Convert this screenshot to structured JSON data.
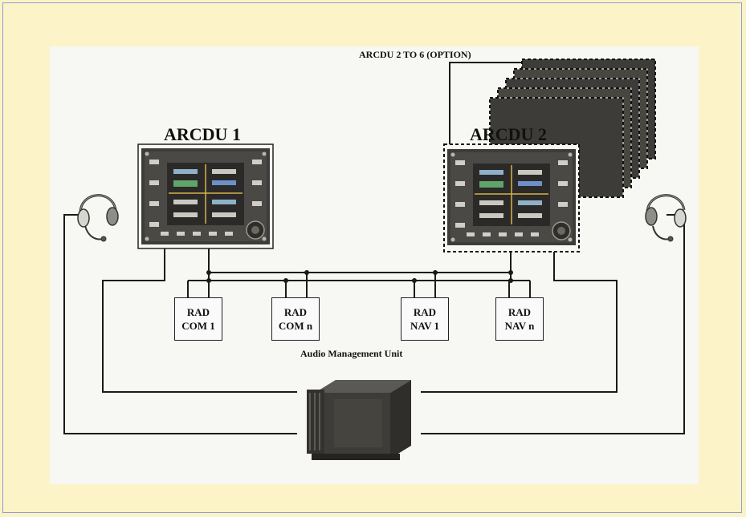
{
  "diagram": {
    "arcdu_options_label": "ARCDU 2 TO 6 (OPTION)",
    "arcdu1": {
      "label": "ARCDU 1"
    },
    "arcdu2": {
      "label": "ARCDU 2"
    },
    "radios": [
      {
        "line1": "RAD",
        "line2": "COM 1"
      },
      {
        "line1": "RAD",
        "line2": "COM n"
      },
      {
        "line1": "RAD",
        "line2": "NAV 1"
      },
      {
        "line1": "RAD",
        "line2": "NAV n"
      }
    ],
    "amu_label": "Audio Management Unit",
    "icons": [
      "headset-left-icon",
      "headset-right-icon",
      "arcdu-panel-icon",
      "audio-management-unit-icon"
    ],
    "colors": {
      "background": "#fbf3c6",
      "panel": "#f7f7f3",
      "wire": "#1a1a1a",
      "device": "#3a3936"
    }
  }
}
